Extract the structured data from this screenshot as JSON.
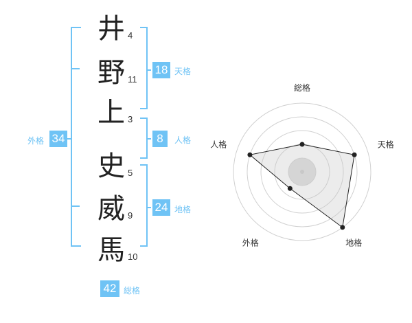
{
  "name": {
    "chars": [
      {
        "char": "井",
        "strokes": "4"
      },
      {
        "char": "野",
        "strokes": "11"
      },
      {
        "char": "上",
        "strokes": "3"
      },
      {
        "char": "史",
        "strokes": "5"
      },
      {
        "char": "威",
        "strokes": "9"
      },
      {
        "char": "馬",
        "strokes": "10"
      }
    ]
  },
  "kaku": {
    "tenkaku": {
      "value": "18",
      "label": "天格"
    },
    "jinkaku": {
      "value": "8",
      "label": "人格"
    },
    "chikaku": {
      "value": "24",
      "label": "地格"
    },
    "gaikaku": {
      "value": "34",
      "label": "外格"
    },
    "soukaku": {
      "value": "42",
      "label": "総格"
    }
  },
  "colors": {
    "accent": "#6fc3f5",
    "text": "#222222"
  },
  "chart_data": {
    "type": "radar",
    "axes": [
      "総格",
      "天格",
      "地格",
      "外格",
      "人格"
    ],
    "values": [
      2,
      4,
      5,
      1.5,
      4
    ],
    "max": 5
  }
}
